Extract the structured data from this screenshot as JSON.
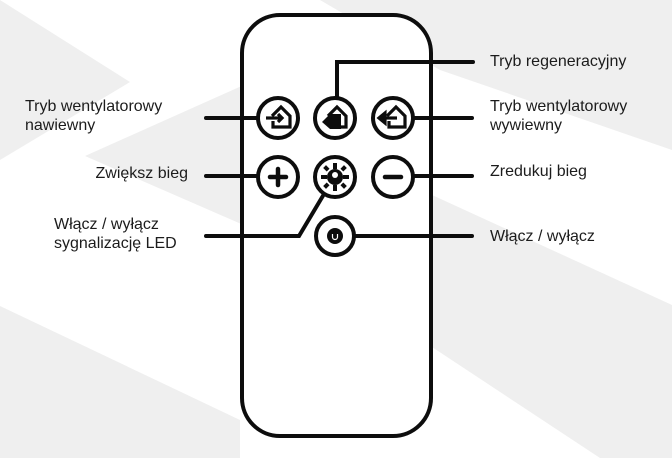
{
  "colors": {
    "background": "#ffffff",
    "background_shape": "#efefef",
    "line": "#0d0d0d",
    "text": "#1c1c1c"
  },
  "remote": {
    "name": "remote-control",
    "buttons": [
      {
        "id": "supply-mode",
        "icon": "house-arrow-in-icon",
        "row": 1,
        "col": 1
      },
      {
        "id": "regeneration-mode",
        "icon": "house-filled-arrow-icon",
        "row": 1,
        "col": 2
      },
      {
        "id": "exhaust-mode",
        "icon": "house-arrow-out-icon",
        "row": 1,
        "col": 3
      },
      {
        "id": "speed-up",
        "icon": "plus-icon",
        "row": 2,
        "col": 1
      },
      {
        "id": "led-toggle",
        "icon": "gear-led-icon",
        "row": 2,
        "col": 2
      },
      {
        "id": "speed-down",
        "icon": "minus-icon",
        "row": 2,
        "col": 3
      },
      {
        "id": "power",
        "icon": "power-icon",
        "row": 3,
        "col": 2
      }
    ]
  },
  "labels": {
    "supply_mode": {
      "line1": "Tryb wentylatorowy",
      "line2": "nawiewny"
    },
    "speed_up": "Zwiększ bieg",
    "led_toggle": {
      "line1": "Włącz / wyłącz",
      "line2": "sygnalizację LED"
    },
    "regeneration_mode": "Tryb regeneracyjny",
    "exhaust_mode": {
      "line1": "Tryb wentylatorowy",
      "line2": "wywiewny"
    },
    "speed_down": "Zredukuj bieg",
    "power": "Włącz / wyłącz"
  }
}
